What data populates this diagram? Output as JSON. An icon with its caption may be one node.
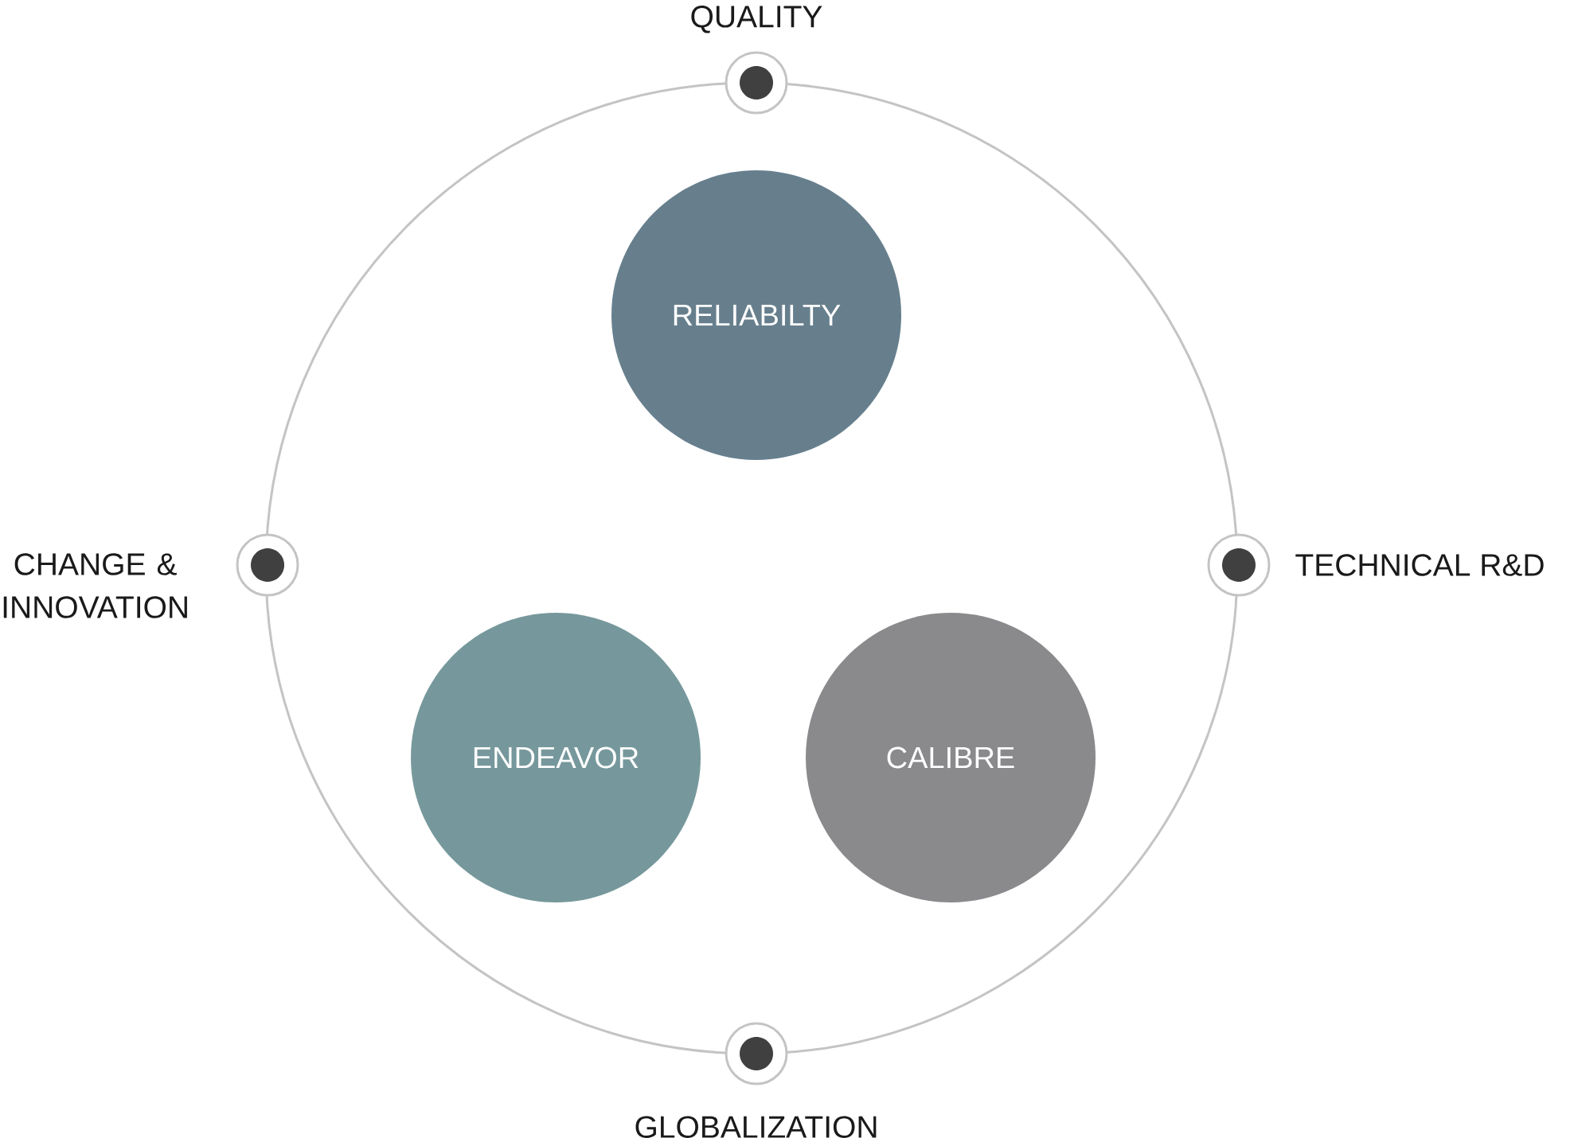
{
  "diagram": {
    "nodes": [
      {
        "text": [],
        "shape": "circle"
      },
      {
        "text": [
          "RELIABILTY"
        ],
        "in": 0
      },
      {
        "text": [
          "ENDEAVOR"
        ],
        "in": 0
      },
      {
        "text": [
          "CALIBRE"
        ],
        "in": 0
      },
      {
        "text": [],
        "shape": "circle",
        "beside": [
          "QUALITY"
        ]
      },
      {
        "text": [],
        "shape": "circle",
        "beside": [
          "CHANGE & INNOVATION"
        ]
      },
      {
        "text": [],
        "shape": "circle",
        "beside": [
          "TECHNICAL R&D"
        ]
      },
      {
        "text": [],
        "shape": "circle",
        "beside": [
          "GLOBALIZATION"
        ]
      }
    ]
  }
}
